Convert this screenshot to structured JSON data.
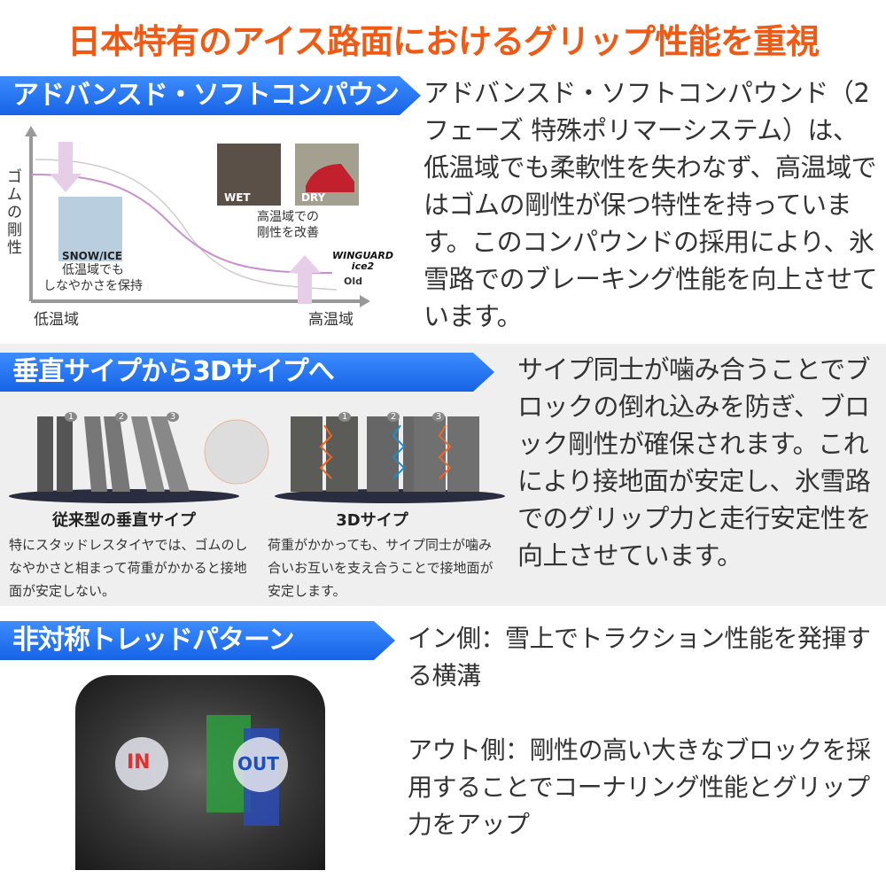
{
  "title": "日本特有のアイス路面におけるグリップ性能を重視",
  "section1": {
    "banner": "アドバンスド・ソフトコンパウンド",
    "text": "アドバンスド・ソフトコンパウンド（2フェーズ 特殊ポリマーシステム）は、低温域でも柔軟性を失わなず、高温域ではゴムの剛性が保つ特性を持っています。このコンパウンドの採用により、氷雪路でのブレーキング性能を向上させています。",
    "chart": {
      "ylabel": "ゴムの剛性",
      "x_low": "低温域",
      "x_high": "高温域",
      "snow_label": "SNOW/ICE",
      "snow_caption_1": "低温域でも",
      "snow_caption_2": "しなやかさを保持",
      "wet_label": "WET",
      "dry_label": "DRY",
      "high_caption_1": "高温域での",
      "high_caption_2": "剛性を改善",
      "brand_1": "WINGUARD",
      "brand_2": "ice2",
      "old_label": "Old",
      "new_color": "#c98fd0",
      "old_color": "#cccccc"
    }
  },
  "section2": {
    "banner": "垂直サイプから3Dサイプへ",
    "text": "サイプ同士が噛み合うことでブロックの倒れ込みを防ぎ、ブロック剛性が確保されます。これにより接地面が安定し、氷雪路でのグリップ力と走行安定性を向上させています。",
    "left_caption": "従来型の垂直サイプ",
    "left_text": "特にスタッドレスタイヤでは、ゴムのしなやかさと相まって荷重がかかると接地面が安定しない。",
    "right_caption": "3Dサイプ",
    "right_text": "荷重がかかっても、サイプ同士が噛み合いお互いを支え合うことで接地面が安定します。",
    "numbers": [
      "1",
      "2",
      "3"
    ]
  },
  "section3": {
    "banner": "非対称トレッドパターン",
    "text_in": "イン側：雪上でトラクション性能を発揮する横溝",
    "text_out": "アウト側：剛性の高い大きなブロックを採用することでコーナリング性能とグリップ力をアップ",
    "in_label": "IN",
    "out_label": "OUT"
  },
  "colors": {
    "title": "#f05a14",
    "banner": "#1e6cf0"
  }
}
